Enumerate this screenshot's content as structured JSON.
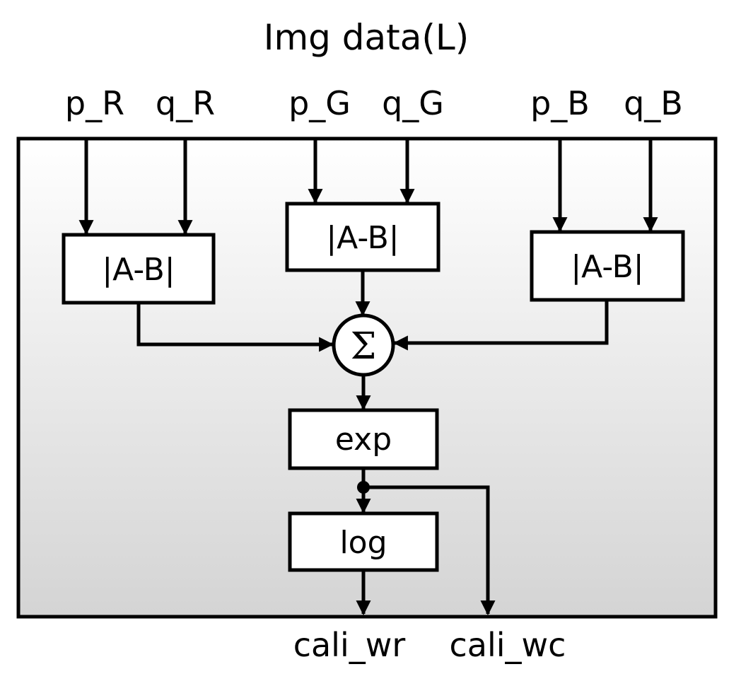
{
  "diagram": {
    "title": "Img data(L)",
    "inputs": {
      "p_r": "p_R",
      "q_r": "q_R",
      "p_g": "p_G",
      "q_g": "q_G",
      "p_b": "p_B",
      "q_b": "q_B"
    },
    "blocks": {
      "absdiff_r": "|A-B|",
      "absdiff_g": "|A-B|",
      "absdiff_b": "|A-B|",
      "sum": "Σ",
      "exp": "exp",
      "log": "log"
    },
    "outputs": {
      "cali_wr": "cali_wr",
      "cali_wc": "cali_wc"
    }
  }
}
